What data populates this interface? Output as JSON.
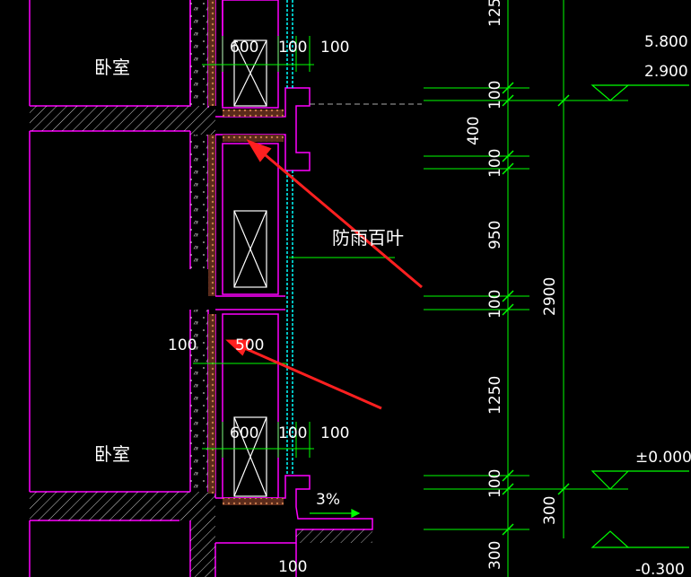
{
  "rooms": {
    "upper": "卧室",
    "lower": "卧室"
  },
  "louver_label": "防雨百叶",
  "upper_window": {
    "w": "600",
    "gap": "100",
    "right": "100"
  },
  "lower_window": {
    "w": "600",
    "gap": "100",
    "right": "100"
  },
  "mid_dims": {
    "left": "100",
    "width": "500"
  },
  "slope": "3%",
  "bottom_dim": "100",
  "vertical_dims": {
    "top": "125",
    "d100_a": "100",
    "d400": "400",
    "d100_b": "100",
    "d950": "950",
    "d100_c": "100",
    "d1250": "1250",
    "d100_d": "100",
    "d300": "300",
    "d300_b": "300",
    "total": "2900"
  },
  "levels": {
    "l1": "5.800",
    "l2": "2.900",
    "l3": "±0.000",
    "l4": "-0.300"
  },
  "colors": {
    "background": "#000000",
    "wall": "#ff00ff",
    "dimension": "#00ff00",
    "text": "#ffffff",
    "arrow": "#ff2020",
    "glass": "#00ffff"
  }
}
